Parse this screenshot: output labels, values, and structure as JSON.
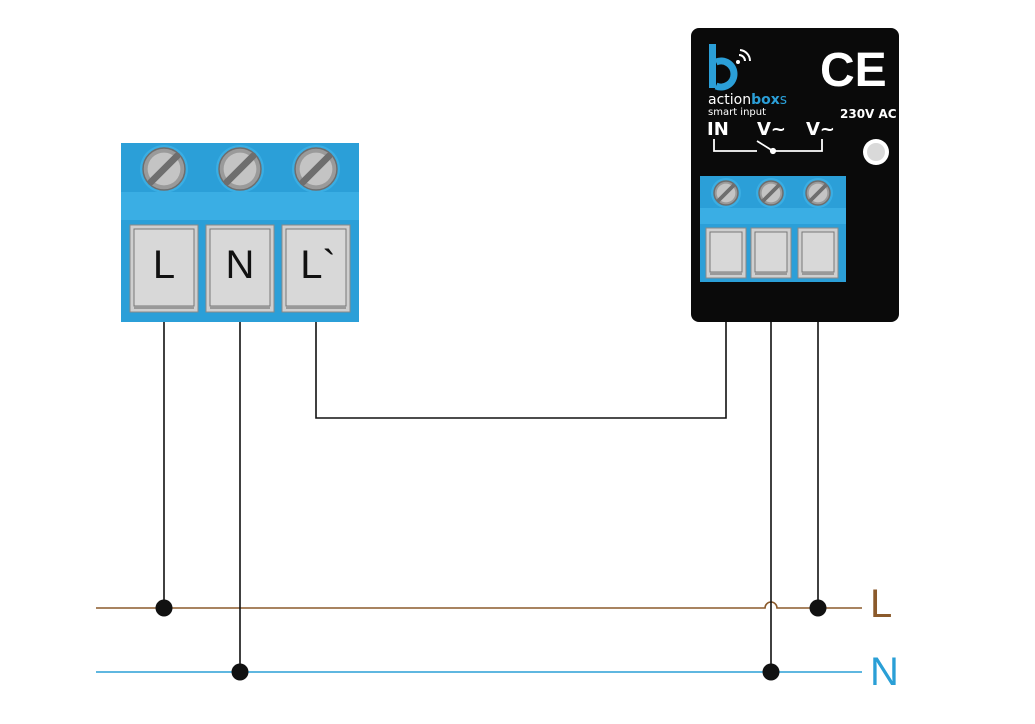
{
  "left_terminal": {
    "labels": [
      "L",
      "N",
      "L`"
    ]
  },
  "device": {
    "brand_prefix": "action",
    "brand_suffix": "box",
    "brand_tail": "s",
    "model": "smart input",
    "voltage": "230V AC",
    "ce_mark": "CE",
    "terminal_labels": [
      "IN",
      "V~",
      "V~"
    ],
    "icon": "bluetooth-b-logo-icon"
  },
  "rails": {
    "live_label": "L",
    "neutral_label": "N",
    "live_color": "#8b5a2b",
    "neutral_color": "#2a9fd6"
  },
  "colors": {
    "terminal_blue": "#2b9fd8",
    "terminal_blue_light": "#3aaee4",
    "device_black": "#0a0a0a",
    "wire_black": "#111111"
  }
}
